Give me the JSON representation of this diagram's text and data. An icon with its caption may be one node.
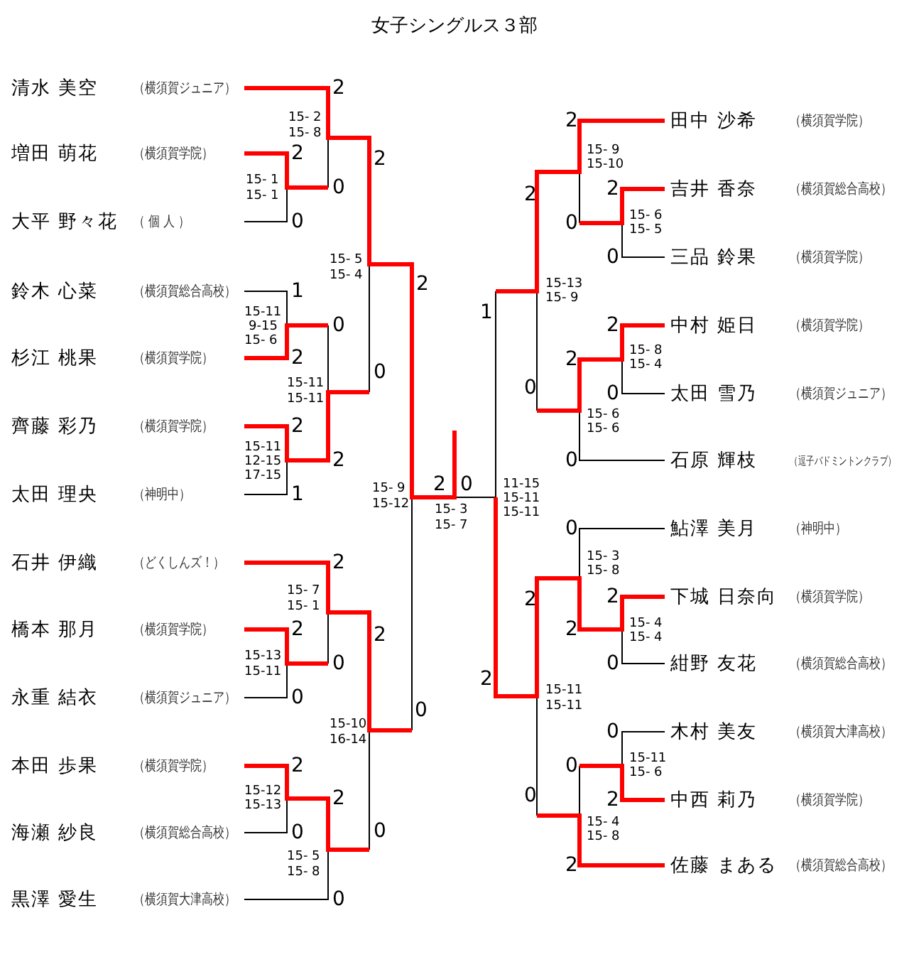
{
  "diagram": {
    "title": "女子シングルス３部",
    "nodes": [
      {
        "text": [
          "清水 美空",
          "（横須賀ジュニア）"
        ]
      },
      {
        "text": [
          "増田 萌花",
          "（横須賀学院）"
        ]
      },
      {
        "text": [
          "大平 野々花",
          "（ 個 人 ）"
        ]
      },
      {
        "text": [
          "鈴木 心菜",
          "（横須賀総合高校）"
        ]
      },
      {
        "text": [
          "杉江 桃果",
          "（横須賀学院）"
        ]
      },
      {
        "text": [
          "齊藤 彩乃",
          "（横須賀学院）"
        ]
      },
      {
        "text": [
          "太田 理央",
          "（神明中）"
        ]
      },
      {
        "text": [
          "石井 伊織",
          "（どくしんズ！）"
        ]
      },
      {
        "text": [
          "橋本 那月",
          "（横須賀学院）"
        ]
      },
      {
        "text": [
          "永重 結衣",
          "（横須賀ジュニア）"
        ]
      },
      {
        "text": [
          "本田 歩果",
          "（横須賀学院）"
        ]
      },
      {
        "text": [
          "海瀬 紗良",
          "（横須賀総合高校）"
        ]
      },
      {
        "text": [
          "黒澤 愛生",
          "（横須賀大津高校）"
        ]
      },
      {
        "text": [
          "田中 沙希",
          "（横須賀学院）"
        ]
      },
      {
        "text": [
          "吉井 香奈",
          "（横須賀総合高校）"
        ]
      },
      {
        "text": [
          "三品 鈴果",
          "（横須賀学院）"
        ]
      },
      {
        "text": [
          "中村 姫日",
          "（横須賀学院）"
        ]
      },
      {
        "text": [
          "太田 雪乃",
          "（横須賀ジュニア）"
        ]
      },
      {
        "text": [
          "石原 輝枝",
          "（逗子バドミントンクラブ）"
        ]
      },
      {
        "text": [
          "鮎澤 美月",
          "（神明中）"
        ]
      },
      {
        "text": [
          "下城 日奈向",
          "（横須賀学院）"
        ]
      },
      {
        "text": [
          "紺野 友花",
          "（横須賀総合高校）"
        ]
      },
      {
        "text": [
          "木村 美友",
          "（横須賀大津高校）"
        ]
      },
      {
        "text": [
          "中西 莉乃",
          "（横須賀学院）"
        ]
      },
      {
        "text": [
          "佐藤 まある",
          "（横須賀総合高校）"
        ]
      }
    ],
    "labels": [
      "2",
      "15- 2",
      "15- 8",
      "2",
      "15- 1",
      "15- 1",
      "0",
      "2",
      "0",
      "15- 5",
      "15- 4",
      "2",
      "1",
      "15-11",
      "9-15",
      "15- 6",
      "0",
      "2",
      "0",
      "15-11",
      "15-11",
      "2",
      "15-11",
      "12-15",
      "17-15",
      "2",
      "2",
      "0",
      "15- 9",
      "15-12",
      "15- 3",
      "15- 7",
      "11-15",
      "15-11",
      "15-11",
      "1",
      "2",
      "15- 7",
      "15- 1",
      "2",
      "2",
      "15-13",
      "15-11",
      "0",
      "0",
      "0",
      "15-10",
      "16-14",
      "2",
      "2",
      "15-12",
      "15-13",
      "0",
      "0",
      "15- 5",
      "15- 8",
      "0",
      "2",
      "15- 9",
      "15-10",
      "2",
      "2",
      "15- 6",
      "15- 5",
      "0",
      "0",
      "1",
      "15-13",
      "15- 9",
      "2",
      "15- 8",
      "15- 4",
      "2",
      "0",
      "0",
      "15- 6",
      "15- 6",
      "0",
      "0",
      "15- 3",
      "15- 8",
      "2",
      "2",
      "15- 4",
      "15- 4",
      "2",
      "0",
      "2",
      "15-11",
      "15-11",
      "0",
      "15-11",
      "15- 6",
      "0",
      "2",
      "0",
      "15- 4",
      "15- 8",
      "2"
    ]
  }
}
